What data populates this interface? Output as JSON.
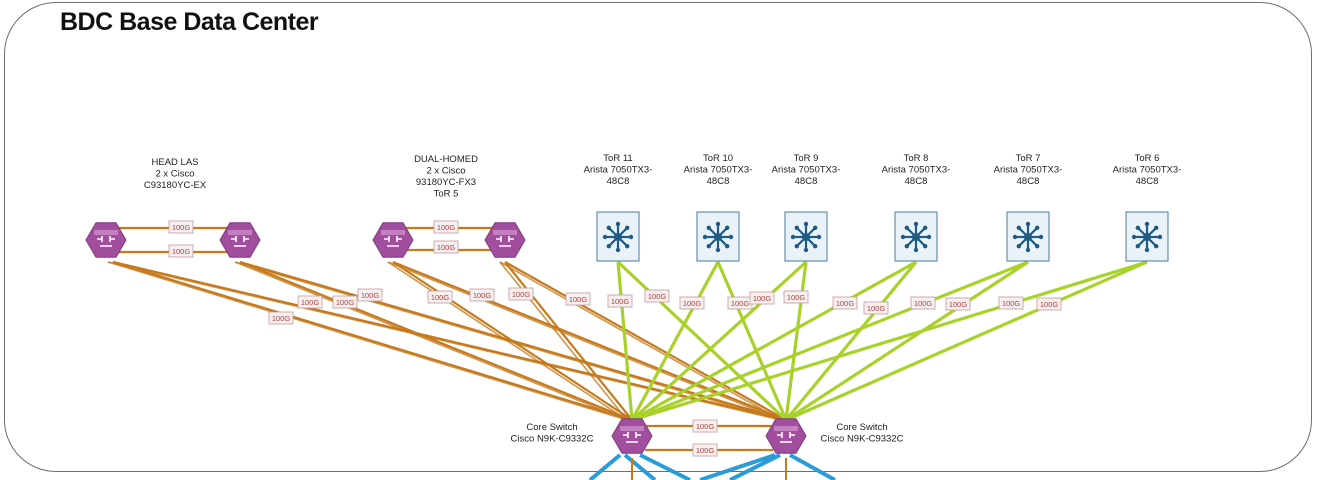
{
  "title": "BDC Base Data Center",
  "colors": {
    "router": "#a24e9f",
    "router_light": "#c47fc1",
    "tor_fill": "#e8f2f8",
    "tor_border": "#4a7a9a",
    "tor_icon": "#1e5a82",
    "link_orange": "#c67a1d",
    "link_green": "#a8d22a",
    "link_blue": "#2a9cd8"
  },
  "groups": {
    "head_las": [
      "HEAD LAS",
      "2 x Cisco",
      "C93180YC-EX"
    ],
    "dual_homed": [
      "DUAL-HOMED",
      "2 x Cisco",
      "93180YC-FX3",
      "ToR 5"
    ]
  },
  "tors": [
    {
      "lines": [
        "ToR 11",
        "Arista 7050TX3-",
        "48C8"
      ]
    },
    {
      "lines": [
        "ToR 10",
        "Arista 7050TX3-",
        "48C8"
      ]
    },
    {
      "lines": [
        "ToR 9",
        "Arista 7050TX3-",
        "48C8"
      ]
    },
    {
      "lines": [
        "ToR 8",
        "Arista 7050TX3-",
        "48C8"
      ]
    },
    {
      "lines": [
        "ToR 7",
        "Arista 7050TX3-",
        "48C8"
      ]
    },
    {
      "lines": [
        "ToR 6",
        "Arista 7050TX3-",
        "48C8"
      ]
    }
  ],
  "core": {
    "left": [
      "Core Switch",
      "Cisco N9K-C9332C"
    ],
    "right": [
      "Core Switch",
      "Cisco N9K-C9332C"
    ]
  },
  "link_speed": "100G"
}
